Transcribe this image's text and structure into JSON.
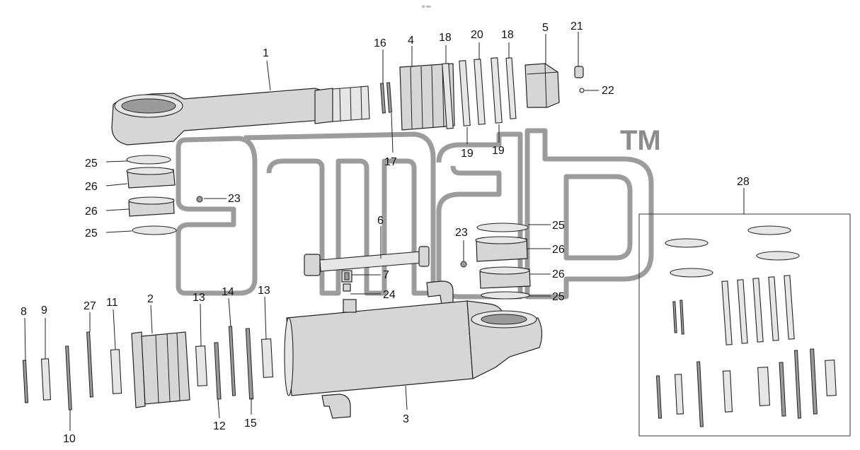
{
  "header": {
    "tiny_text": "ᵒᵇ ˢᵉᵉ"
  },
  "watermark": {
    "tm": "TM",
    "color": "#9c9c9c"
  },
  "kit_box_label": "28",
  "labels": [
    {
      "id": "l1",
      "text": "1"
    },
    {
      "id": "l16",
      "text": "16"
    },
    {
      "id": "l4",
      "text": "4"
    },
    {
      "id": "l18a",
      "text": "18"
    },
    {
      "id": "l20",
      "text": "20"
    },
    {
      "id": "l18b",
      "text": "18"
    },
    {
      "id": "l5",
      "text": "5"
    },
    {
      "id": "l21",
      "text": "21"
    },
    {
      "id": "l22",
      "text": "22"
    },
    {
      "id": "l17",
      "text": "17"
    },
    {
      "id": "l19a",
      "text": "19"
    },
    {
      "id": "l19b",
      "text": "19"
    },
    {
      "id": "l25a",
      "text": "25"
    },
    {
      "id": "l26a",
      "text": "26"
    },
    {
      "id": "l23a",
      "text": "23"
    },
    {
      "id": "l26b",
      "text": "26"
    },
    {
      "id": "l25b",
      "text": "25"
    },
    {
      "id": "l6",
      "text": "6"
    },
    {
      "id": "l23b",
      "text": "23"
    },
    {
      "id": "l25c",
      "text": "25"
    },
    {
      "id": "l26c",
      "text": "26"
    },
    {
      "id": "l7",
      "text": "7"
    },
    {
      "id": "l26d",
      "text": "26"
    },
    {
      "id": "l24",
      "text": "24"
    },
    {
      "id": "l25d",
      "text": "25"
    },
    {
      "id": "l8",
      "text": "8"
    },
    {
      "id": "l9",
      "text": "9"
    },
    {
      "id": "l27",
      "text": "27"
    },
    {
      "id": "l11",
      "text": "11"
    },
    {
      "id": "l2",
      "text": "2"
    },
    {
      "id": "l13a",
      "text": "13"
    },
    {
      "id": "l14",
      "text": "14"
    },
    {
      "id": "l13b",
      "text": "13"
    },
    {
      "id": "l10",
      "text": "10"
    },
    {
      "id": "l12",
      "text": "12"
    },
    {
      "id": "l15",
      "text": "15"
    },
    {
      "id": "l3",
      "text": "3"
    }
  ]
}
